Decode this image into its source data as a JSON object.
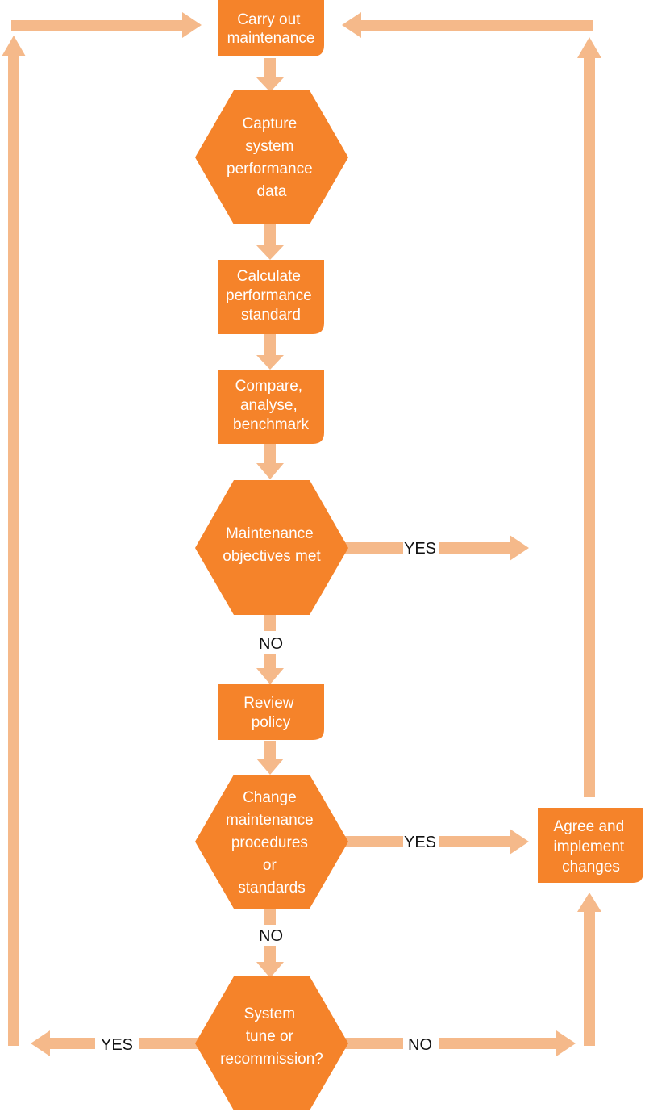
{
  "colors": {
    "node_fill": "#f5832a",
    "arrow": "#f5b98a",
    "node_text": "#ffffff",
    "edge_label_text": "#111111",
    "background": "#ffffff"
  },
  "nodes": {
    "carry_out": [
      "Carry out",
      "maintenance"
    ],
    "capture": [
      "Capture",
      "system",
      "performance",
      "data"
    ],
    "calculate": [
      "Calculate",
      "performance",
      "standard"
    ],
    "compare": [
      "Compare,",
      "analyse,",
      "benchmark"
    ],
    "objectives": [
      "Maintenance",
      "objectives met"
    ],
    "review": [
      "Review",
      "policy"
    ],
    "change": [
      "Change",
      "maintenance",
      "procedures",
      "or",
      "standards"
    ],
    "agree": [
      "Agree and",
      "implement",
      "changes"
    ],
    "tune": [
      "System",
      "tune or",
      "recommission?"
    ]
  },
  "edge_labels": {
    "objectives_yes": "YES",
    "objectives_no": "NO",
    "change_yes": "YES",
    "change_no": "NO",
    "tune_yes": "YES",
    "tune_no": "NO"
  }
}
